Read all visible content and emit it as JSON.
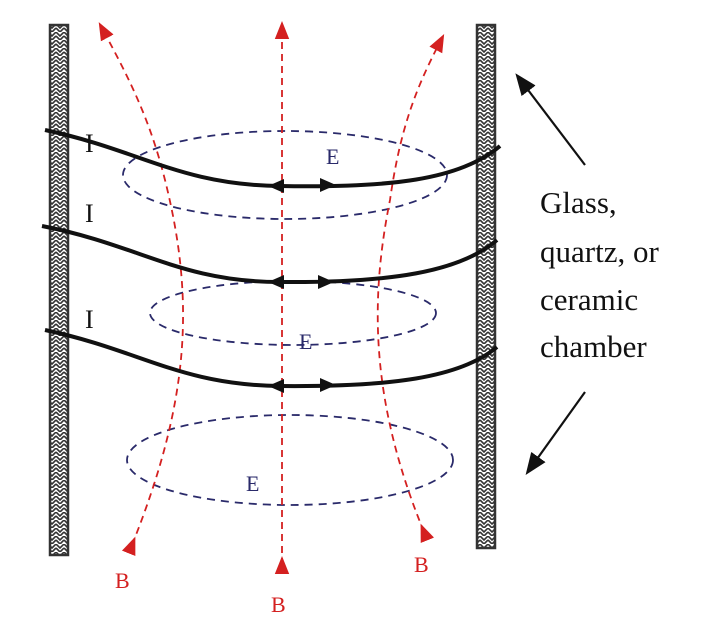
{
  "labels": {
    "current": [
      "I",
      "I",
      "I"
    ],
    "electric_field": [
      "E",
      "E",
      "E"
    ],
    "magnetic_field": [
      "B",
      "B",
      "B"
    ],
    "chamber": [
      "Glass,",
      "quartz, or",
      "ceramic",
      "chamber"
    ]
  },
  "colors": {
    "wall": "#333333",
    "coil": "#111111",
    "e_field": "#2a2a6a",
    "b_field": "#d42020",
    "text": "#111111"
  }
}
